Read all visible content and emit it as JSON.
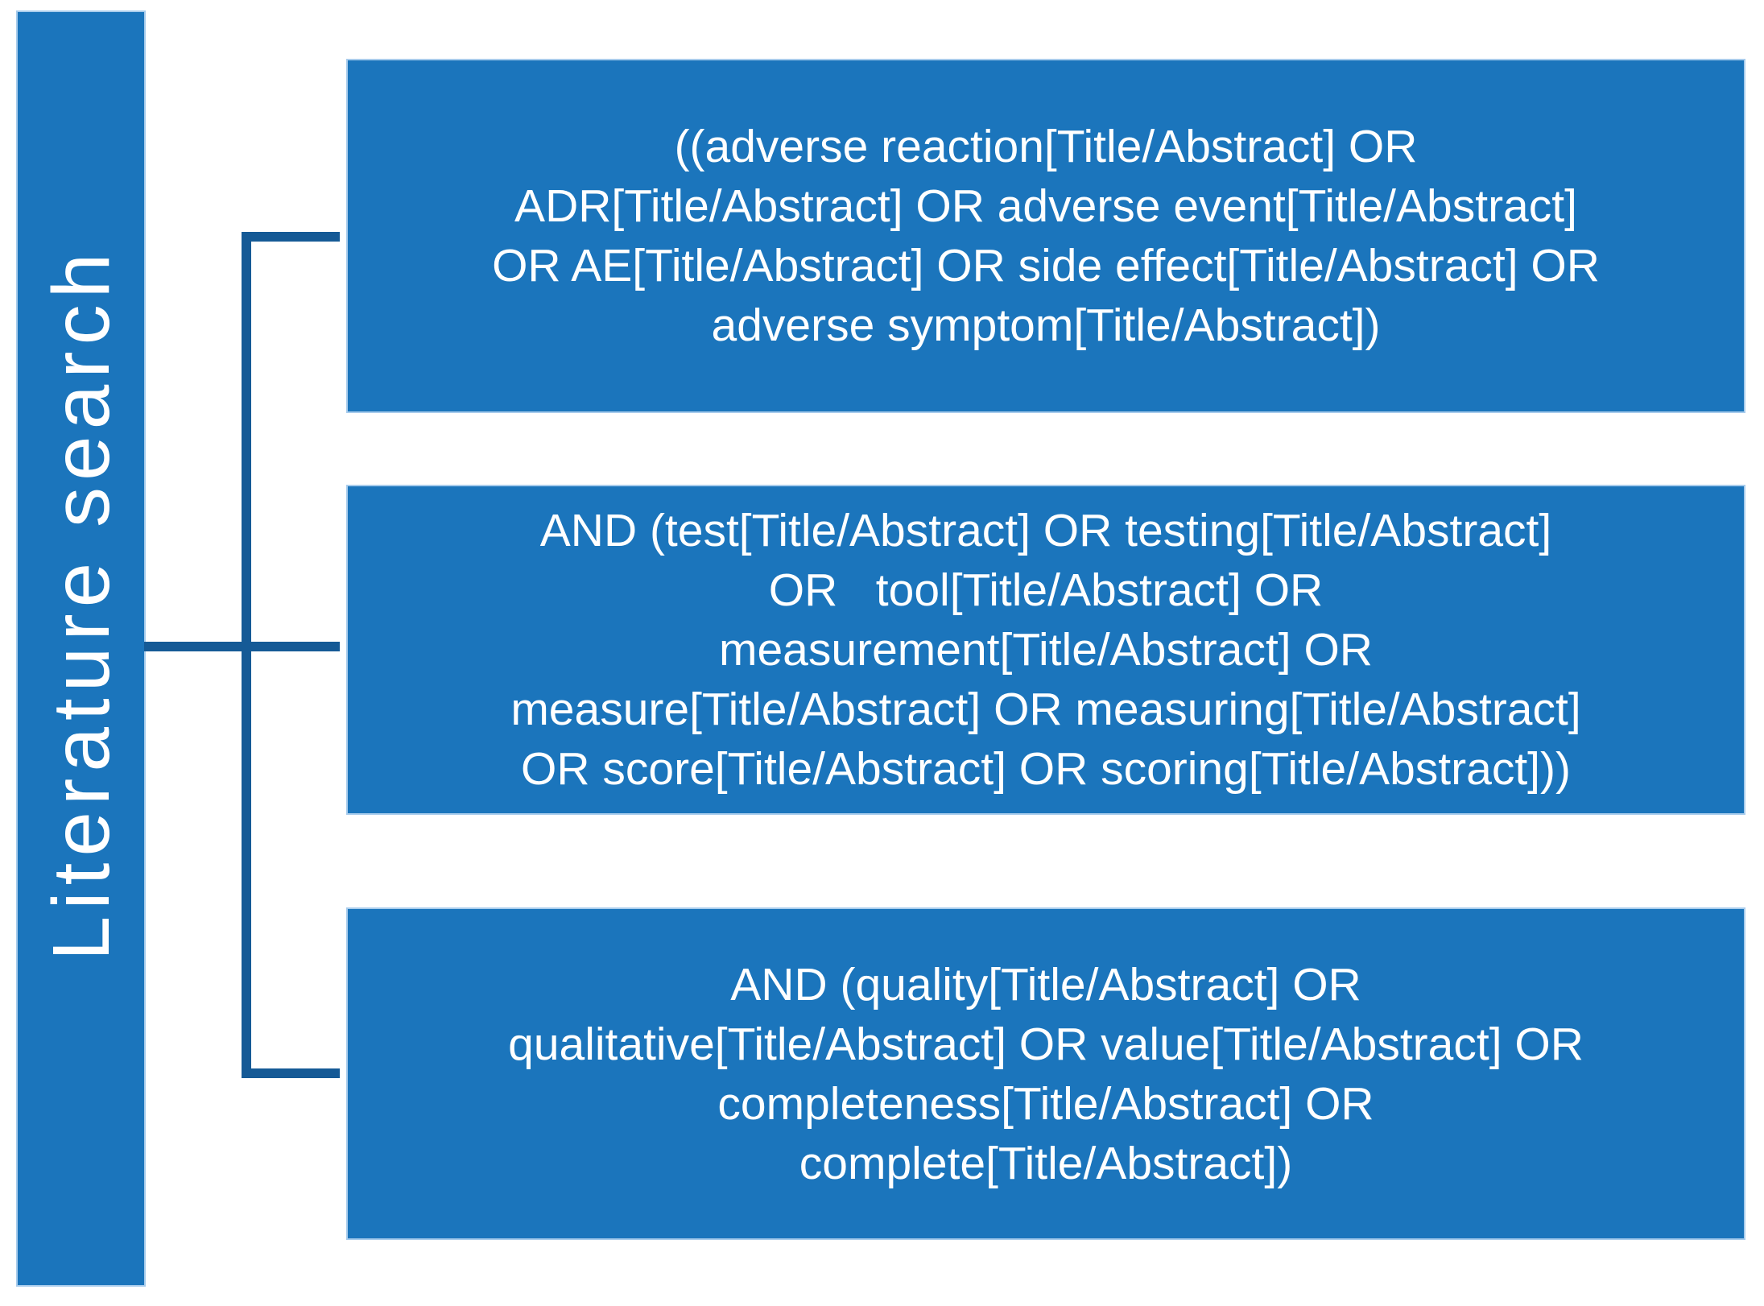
{
  "sidebar": {
    "label": "Literature search"
  },
  "colors": {
    "shape_fill": "#1B75BC",
    "shape_border": "#A8CCEC",
    "connector_line": "#155A96",
    "text": "#FFFFFF",
    "background": "#FFFFFF"
  },
  "boxes": [
    {
      "lines": [
        "((adverse reaction[Title/Abstract] OR",
        "ADR[Title/Abstract] OR adverse event[Title/Abstract]",
        "OR AE[Title/Abstract] OR side effect[Title/Abstract] OR",
        "adverse symptom[Title/Abstract])"
      ]
    },
    {
      "lines": [
        "AND (test[Title/Abstract] OR testing[Title/Abstract]",
        "OR   tool[Title/Abstract] OR",
        "measurement[Title/Abstract] OR",
        "measure[Title/Abstract] OR measuring[Title/Abstract]",
        "OR score[Title/Abstract] OR scoring[Title/Abstract]))"
      ]
    },
    {
      "lines": [
        "AND (quality[Title/Abstract] OR",
        "qualitative[Title/Abstract] OR value[Title/Abstract] OR",
        "completeness[Title/Abstract] OR",
        "complete[Title/Abstract])"
      ]
    }
  ]
}
